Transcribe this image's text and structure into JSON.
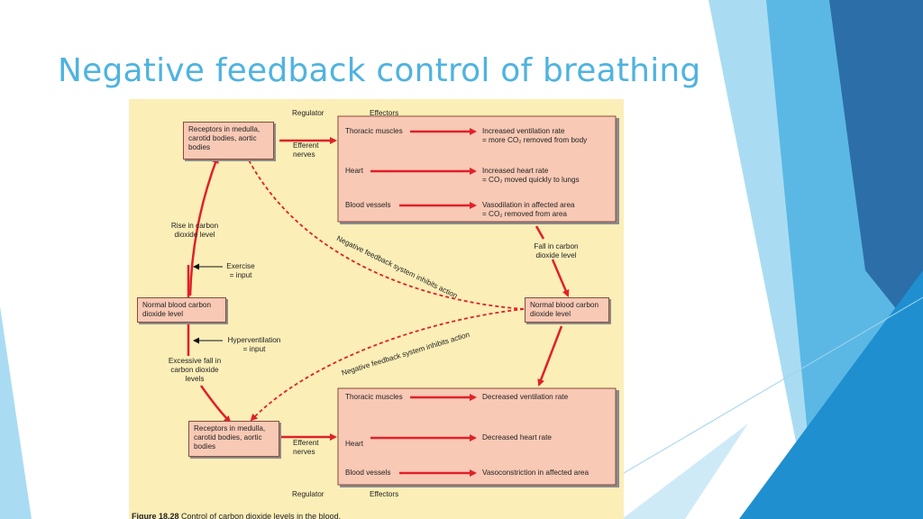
{
  "slide": {
    "title": "Negative feedback control of breathing"
  },
  "diagram": {
    "top": {
      "regulator_heading": "Regulator",
      "effectors_heading": "Effectors",
      "receptors_line1": "Receptors in medulla,",
      "receptors_line2": "carotid bodies, aortic",
      "receptors_line3": "bodies",
      "efferent_line1": "Efferent",
      "efferent_line2": "nerves",
      "effector1": "Thoracic muscles",
      "effector2": "Heart",
      "effector3": "Blood vessels",
      "result1_line1": "Increased ventilation rate",
      "result1_line2": "= more CO₂ removed from body",
      "result2_line1": "Increased heart rate",
      "result2_line2": "= CO₂ moved quickly to lungs",
      "result3_line1": "Vasodilation in affected area",
      "result3_line2": "= CO₂ removed from area"
    },
    "bottom": {
      "regulator_heading": "Regulator",
      "effectors_heading": "Effectors",
      "receptors_line1": "Receptors in medulla,",
      "receptors_line2": "carotid bodies, aortic",
      "receptors_line3": "bodies",
      "efferent_line1": "Efferent",
      "efferent_line2": "nerves",
      "effector1": "Thoracic muscles",
      "effector2": "Heart",
      "effector3": "Blood vessels",
      "result1": "Decreased ventilation rate",
      "result2": "Decreased heart rate",
      "result3": "Vasoconstriction in affected area"
    },
    "left": {
      "rise_line1": "Rise in carbon",
      "rise_line2": "dioxide level",
      "exercise_line1": "Exercise",
      "exercise_line2": "= input",
      "normal_line1": "Normal blood carbon",
      "normal_line2": "dioxide level",
      "hyper_line1": "Hyperventilation",
      "hyper_line2": "= input",
      "fall_line1": "Excessive fall in",
      "fall_line2": "carbon dioxide",
      "fall_line3": "levels"
    },
    "right": {
      "fall_line1": "Fall in carbon",
      "fall_line2": "dioxide level",
      "normal_line1": "Normal blood carbon",
      "normal_line2": "dioxide level"
    },
    "feedback_upper": "Negative feedback system inhibits action",
    "feedback_lower": "Negative feedback system inhibits action",
    "caption_label": "Figure 18.28",
    "caption_text": "Control of carbon dioxide levels in the blood."
  },
  "colors": {
    "title": "#4fb3e0",
    "figure_bg": "#fbeeb7",
    "box_fill": "#f8c9b5",
    "arrow": "#e0202a"
  }
}
